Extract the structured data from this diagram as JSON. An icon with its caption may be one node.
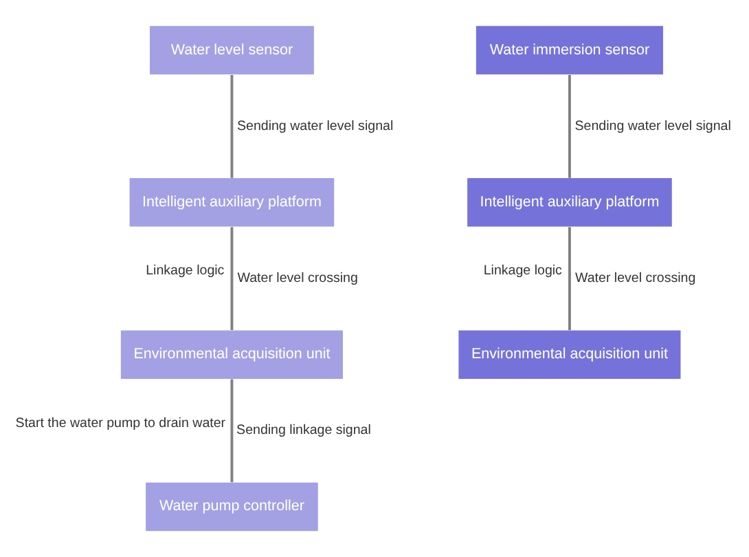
{
  "diagram": {
    "nodes": [
      {
        "text": [
          "Water level sensor"
        ]
      },
      {
        "text": [
          "Intelligent auxiliary platform"
        ]
      },
      {
        "text": [
          "Environmental acquisition unit"
        ]
      },
      {
        "text": [
          "Water pump controller"
        ]
      },
      {
        "text": [
          "Water immersion sensor"
        ]
      },
      {
        "text": [
          "Intelligent auxiliary platform"
        ]
      },
      {
        "text": [
          "Environmental acquisition unit"
        ]
      }
    ],
    "edges": [
      {
        "from": 0,
        "to": 1,
        "arrow": "none",
        "label": "Sending water level signal"
      },
      {
        "from": 1,
        "to": 2,
        "arrow": "none",
        "label": "Water level crossing"
      },
      {
        "from": 2,
        "to": 3,
        "arrow": "none",
        "label": "Sending linkage signal"
      },
      {
        "from": 4,
        "to": 5,
        "arrow": "none",
        "label": "Sending water level signal"
      },
      {
        "from": 5,
        "to": 6,
        "arrow": "none",
        "label": "Water level crossing"
      }
    ],
    "labels": [
      "Linkage logic",
      "Linkage logic",
      "Start the water pump to drain water"
    ]
  }
}
